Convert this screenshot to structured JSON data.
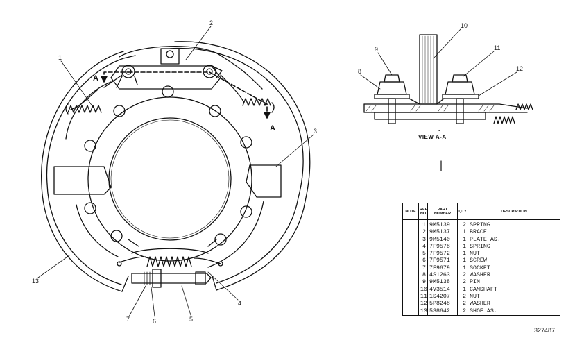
{
  "callouts": [
    "1",
    "2",
    "3",
    "4",
    "5",
    "6",
    "7",
    "8",
    "9",
    "10",
    "11",
    "12",
    "13"
  ],
  "section_labels": {
    "a_left": "A",
    "a_right": "A"
  },
  "view_label": "VIEW A-A",
  "table": {
    "headers": {
      "note": "NOTE",
      "ref": "REF NO",
      "part": "PART NUMBER",
      "qty": "QTY",
      "desc": "DESCRIPTION"
    },
    "rows": [
      {
        "ref": "1",
        "part": "9M5139",
        "qty": "2",
        "desc": "SPRING"
      },
      {
        "ref": "2",
        "part": "9M5137",
        "qty": "1",
        "desc": "BRACE"
      },
      {
        "ref": "3",
        "part": "9M5140",
        "qty": "1",
        "desc": "PLATE AS."
      },
      {
        "ref": "4",
        "part": "7F9578",
        "qty": "1",
        "desc": "SPRING"
      },
      {
        "ref": "5",
        "part": "7F9572",
        "qty": "1",
        "desc": "NUT"
      },
      {
        "ref": "6",
        "part": "7F9571",
        "qty": "1",
        "desc": "SCREW"
      },
      {
        "ref": "7",
        "part": "7F9679",
        "qty": "1",
        "desc": "SOCKET"
      },
      {
        "ref": "8",
        "part": "4S1263",
        "qty": "2",
        "desc": "WASHER"
      },
      {
        "ref": "9",
        "part": "9M5138",
        "qty": "2",
        "desc": "PIN"
      },
      {
        "ref": "10",
        "part": "4V3514",
        "qty": "1",
        "desc": "CAMSHAFT"
      },
      {
        "ref": "11",
        "part": "1S4207",
        "qty": "2",
        "desc": "NUT"
      },
      {
        "ref": "12",
        "part": "5P8248",
        "qty": "2",
        "desc": "WASHER"
      },
      {
        "ref": "13",
        "part": "5S8642",
        "qty": "2",
        "desc": "SHOE AS."
      }
    ]
  },
  "drawing_number": "327487"
}
